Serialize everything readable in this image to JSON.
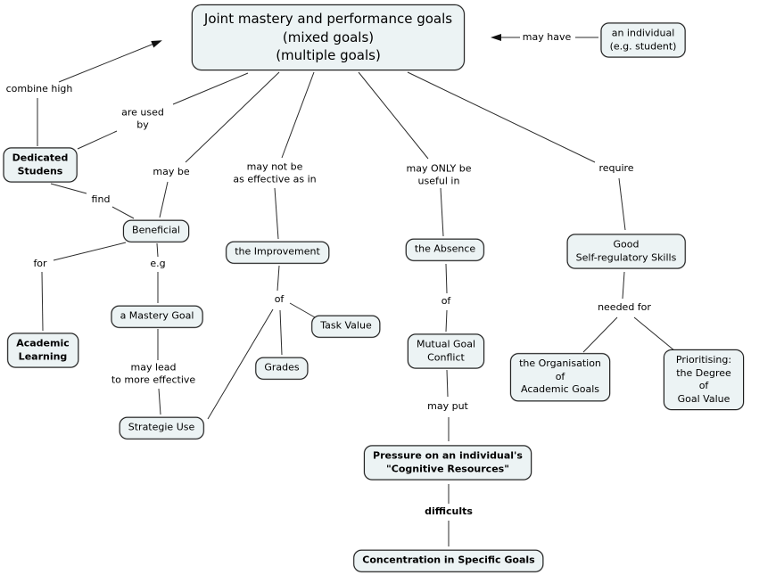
{
  "title": "Joint mastery and performance goals concept map",
  "palette": {
    "node_fill": "#ecf3f4",
    "node_border": "#1c1c1c",
    "line_color": "#2b2b2b",
    "text_color": "#000000",
    "background": "#ffffff"
  },
  "nodes": {
    "main": {
      "text": "Joint mastery and performance goals\n(mixed goals)\n(multiple goals)"
    },
    "individual": {
      "text": "an individual\n(e.g. student)"
    },
    "dedicated": {
      "text": "Dedicated\nStudens"
    },
    "beneficial": {
      "text": "Beneficial"
    },
    "academic_learning": {
      "text": "Academic\nLearning"
    },
    "mastery_goal": {
      "text": "a Mastery Goal"
    },
    "strategie_use": {
      "text": "Strategie Use"
    },
    "improvement": {
      "text": "the Improvement"
    },
    "task_value": {
      "text": "Task Value"
    },
    "grades": {
      "text": "Grades"
    },
    "absence": {
      "text": "the Absence"
    },
    "mutual_conflict": {
      "text": "Mutual Goal\nConflict"
    },
    "pressure": {
      "text": "Pressure on an individual's\n\"Cognitive Resources\""
    },
    "concentration": {
      "text": "Concentration in Specific Goals"
    },
    "self_regulatory": {
      "text": "Good\nSelf-regulatory Skills"
    },
    "organisation": {
      "text": "the Organisation\nof\nAcademic Goals"
    },
    "prioritising": {
      "text": "Prioritising: the Degree of\nGoal Value"
    }
  },
  "labels": {
    "combine_high": "combine high",
    "may_have": "may have",
    "are_used_by": "are used\nby",
    "may_be": "may be",
    "find": "find",
    "for": "for",
    "eg": "e.g",
    "may_lead": "may lead\nto more effective",
    "may_not_be": "may not be\nas effective as in",
    "of_mid": "of",
    "may_only": "may ONLY be\nuseful in",
    "of_right": "of",
    "may_put": "may put",
    "difficults": "difficults",
    "require": "require",
    "needed_for": "needed for"
  }
}
